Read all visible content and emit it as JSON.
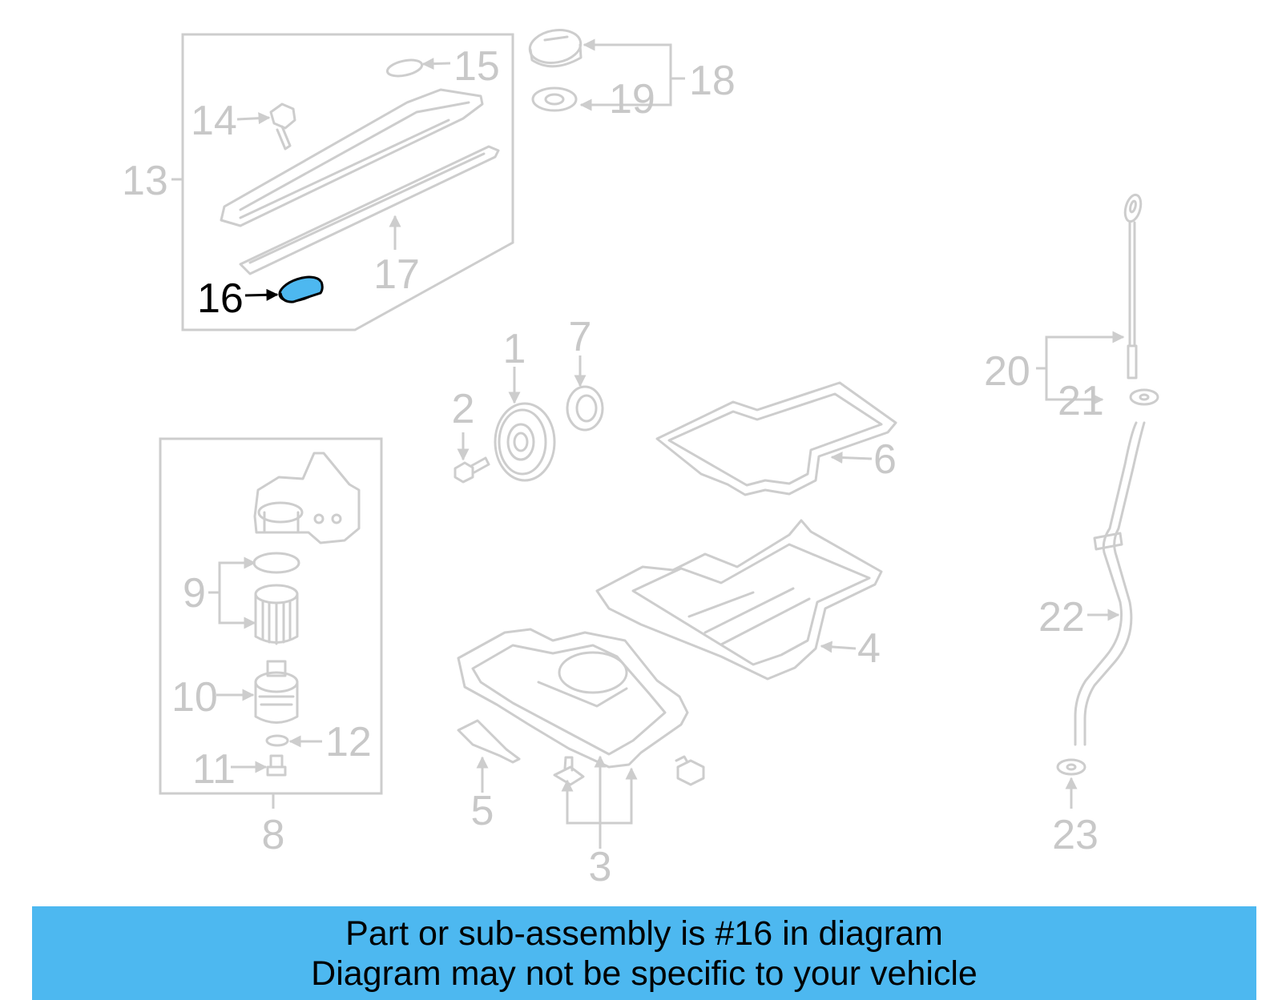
{
  "colors": {
    "highlight_part": "#4db8f0",
    "banner_background": "#4db8f0",
    "faded_lines": "#cdcdcd",
    "faded_text": "#c8c8c8",
    "highlight_text": "#000000"
  },
  "highlighted_callout": "16",
  "callouts": {
    "c1": "1",
    "c2": "2",
    "c3": "3",
    "c4": "4",
    "c5": "5",
    "c6": "6",
    "c7": "7",
    "c8": "8",
    "c9": "9",
    "c10": "10",
    "c11": "11",
    "c12": "12",
    "c13": "13",
    "c14": "14",
    "c15": "15",
    "c16": "16",
    "c17": "17",
    "c18": "18",
    "c19": "19",
    "c20": "20",
    "c21": "21",
    "c22": "22",
    "c23": "23"
  },
  "banner": {
    "line1": "Part or sub-assembly is #16 in diagram",
    "line2": "Diagram may not be specific to your vehicle"
  }
}
